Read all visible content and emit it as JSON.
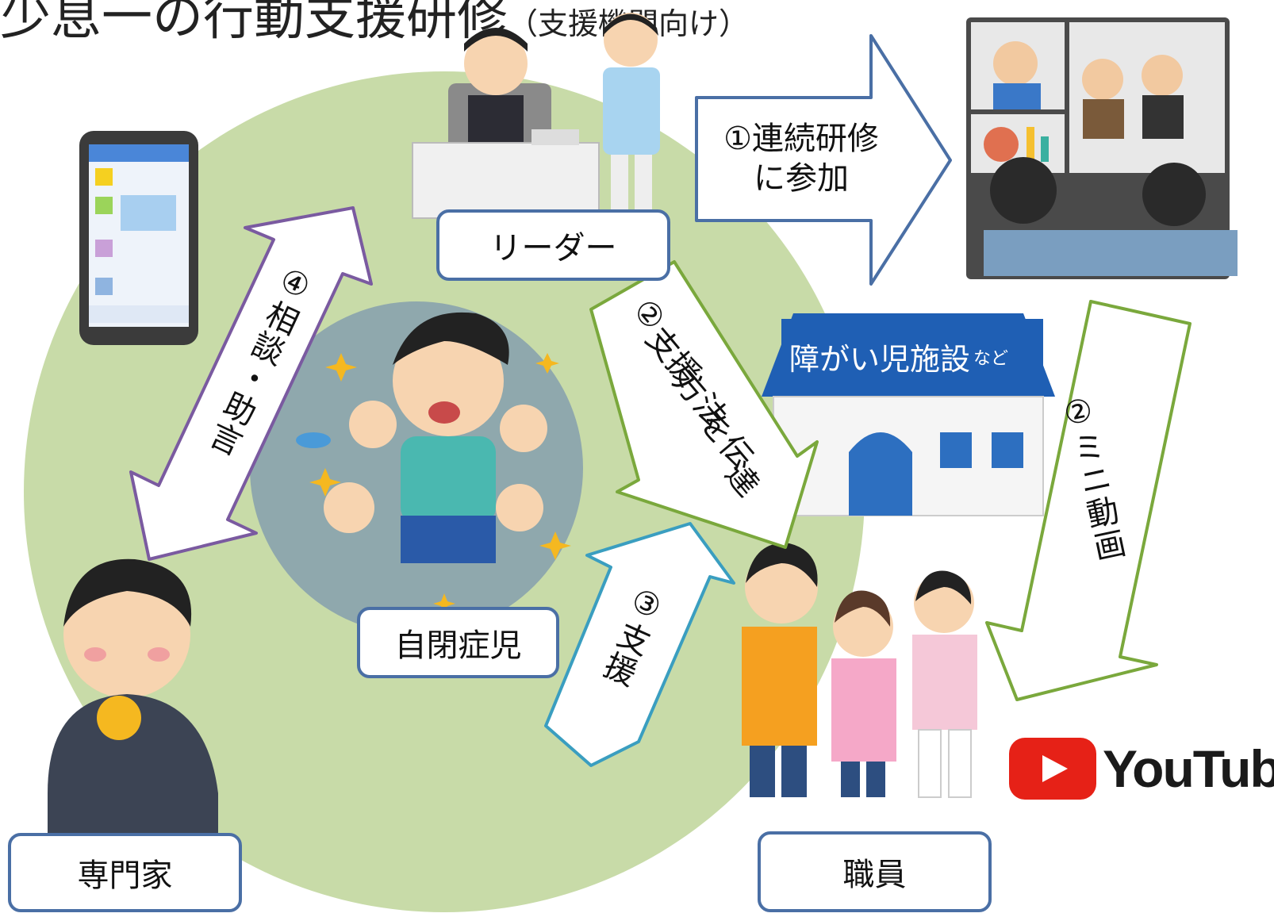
{
  "title": {
    "main": "少息一の行動支援研修",
    "sub": "（支援機関向け）"
  },
  "nodes": {
    "leader": "リーダー",
    "child": "自閉症児",
    "expert": "専門家",
    "staff": "職員"
  },
  "arrows": {
    "training": "①連続研修\nに参加",
    "transfer": [
      "②",
      "支援",
      "方法",
      "を伝",
      "達"
    ],
    "video": "②ミニ動画",
    "support": "③支援",
    "consult": "④相談・助言"
  },
  "facility": {
    "name": "障がい児施設",
    "suffix": "など"
  },
  "youtube": {
    "wordmark": "YouTube"
  },
  "colors": {
    "outer_circle": "#c8dba8",
    "inner_circle": "#8fa8ad",
    "box_border": "#4a6fa5",
    "arrow_blue": "#4a6fa5",
    "arrow_green": "#7aa83c",
    "arrow_purple": "#7a5aa0",
    "arrow_teal": "#3a9ec0"
  }
}
